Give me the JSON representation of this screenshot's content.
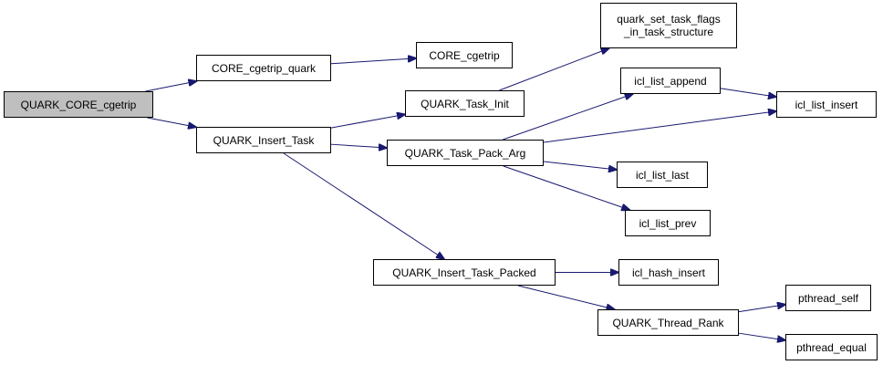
{
  "colors": {
    "edge": "#191970",
    "root_fill": "#bfbfbf",
    "node_fill": "#ffffff",
    "border": "#000000"
  },
  "nodes": {
    "root": "QUARK_CORE_cgetrip",
    "core_cgetrip_quark": "CORE_cgetrip_quark",
    "core_cgetrip": "CORE_cgetrip",
    "quark_insert_task": "QUARK_Insert_Task",
    "quark_task_init": "QUARK_Task_Init",
    "quark_set_task_flags": "quark_set_task_flags\n_in_task_structure",
    "quark_task_pack_arg": "QUARK_Task_Pack_Arg",
    "icl_list_append": "icl_list_append",
    "icl_list_insert": "icl_list_insert",
    "icl_list_last": "icl_list_last",
    "icl_list_prev": "icl_list_prev",
    "quark_insert_task_packed": "QUARK_Insert_Task_Packed",
    "icl_hash_insert": "icl_hash_insert",
    "quark_thread_rank": "QUARK_Thread_Rank",
    "pthread_self": "pthread_self",
    "pthread_equal": "pthread_equal"
  },
  "edges": [
    [
      "root",
      "core_cgetrip_quark"
    ],
    [
      "root",
      "quark_insert_task"
    ],
    [
      "core_cgetrip_quark",
      "core_cgetrip"
    ],
    [
      "quark_insert_task",
      "quark_task_init"
    ],
    [
      "quark_insert_task",
      "quark_task_pack_arg"
    ],
    [
      "quark_insert_task",
      "quark_insert_task_packed"
    ],
    [
      "quark_task_init",
      "quark_set_task_flags"
    ],
    [
      "quark_task_pack_arg",
      "icl_list_append"
    ],
    [
      "quark_task_pack_arg",
      "icl_list_insert"
    ],
    [
      "quark_task_pack_arg",
      "icl_list_last"
    ],
    [
      "quark_task_pack_arg",
      "icl_list_prev"
    ],
    [
      "icl_list_append",
      "icl_list_insert"
    ],
    [
      "quark_insert_task_packed",
      "icl_hash_insert"
    ],
    [
      "quark_insert_task_packed",
      "quark_thread_rank"
    ],
    [
      "quark_thread_rank",
      "pthread_self"
    ],
    [
      "quark_thread_rank",
      "pthread_equal"
    ]
  ]
}
